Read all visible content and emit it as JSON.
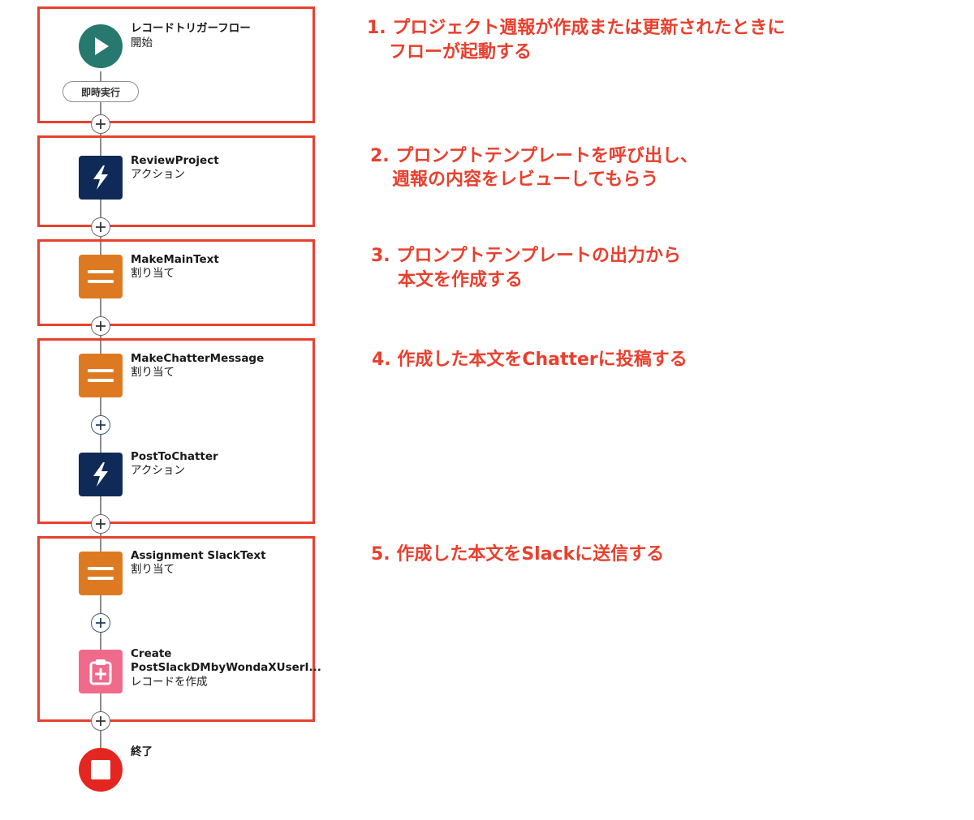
{
  "flow": {
    "start": {
      "title": "レコードトリガーフロー",
      "subtitle": "開始",
      "icon": "play-icon",
      "color": "#27786e"
    },
    "trigger_pill": "即時実行",
    "nodes": [
      {
        "title": "ReviewProject",
        "subtitle": "アクション",
        "icon": "lightning-icon"
      },
      {
        "title": "MakeMainText",
        "subtitle": "割り当て",
        "icon": "equals-icon"
      },
      {
        "title": "MakeChatterMessage",
        "subtitle": "割り当て",
        "icon": "equals-icon"
      },
      {
        "title": "PostToChatter",
        "subtitle": "アクション",
        "icon": "lightning-icon"
      },
      {
        "title": "Assignment SlackText",
        "subtitle": "割り当て",
        "icon": "equals-icon"
      },
      {
        "title_line1": "Create",
        "title_line2": "PostSlackDMbyWondaXUserI...",
        "subtitle": "レコードを作成",
        "icon": "clipboard-plus-icon"
      }
    ],
    "end": {
      "title": "終了",
      "icon": "stop-icon",
      "color": "#e3261f"
    }
  },
  "annotations": [
    {
      "line1": "1. プロジェクト週報が作成または更新されたときに",
      "line2": "フローが起動する"
    },
    {
      "line1": "2. プロンプトテンプレートを呼び出し、",
      "line2": "週報の内容をレビューしてもらう"
    },
    {
      "line1": "3. プロンプトテンプレートの出力から",
      "line2": "本文を作成する"
    },
    {
      "line1": "4. 作成した本文をChatterに投稿する"
    },
    {
      "line1": "5. 作成した本文をSlackに送信する"
    }
  ],
  "colors": {
    "annotation": "#e8402e",
    "action": "#0f2a56",
    "assignment": "#dd7a21",
    "create_record": "#f06a8c"
  }
}
